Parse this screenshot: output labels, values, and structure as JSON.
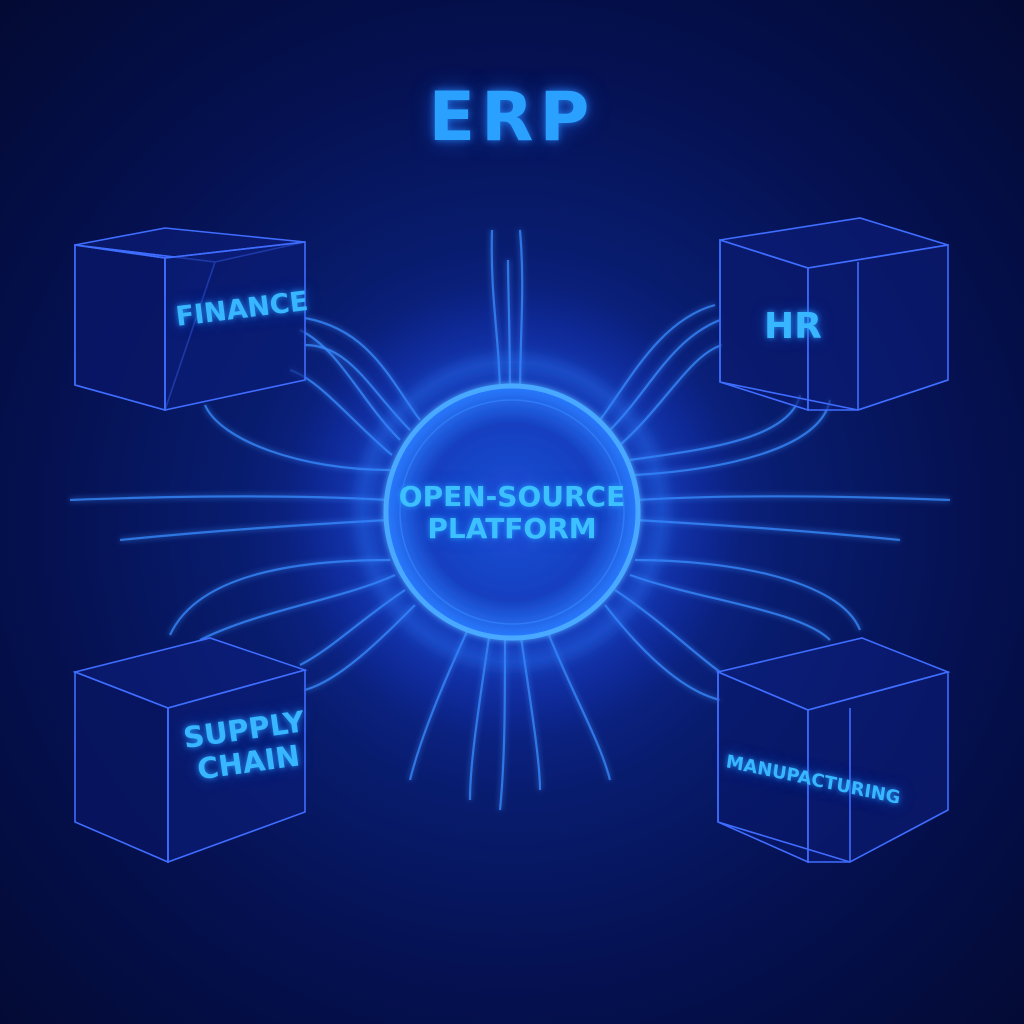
{
  "title": "ERP",
  "hub": {
    "line1": "OPEN-SOURCE",
    "line2": "PLATFORM"
  },
  "modules": {
    "finance": "FINANCE",
    "hr": "HR",
    "supply_chain_line1": "SUPPLY",
    "supply_chain_line2": "CHAIN",
    "manufacturing": "MANUPACTURING"
  },
  "colors": {
    "background": "#040a3a",
    "accent": "#2aa0ff",
    "line_glow": "#3a8cff",
    "box_edge": "#3f6dff"
  }
}
